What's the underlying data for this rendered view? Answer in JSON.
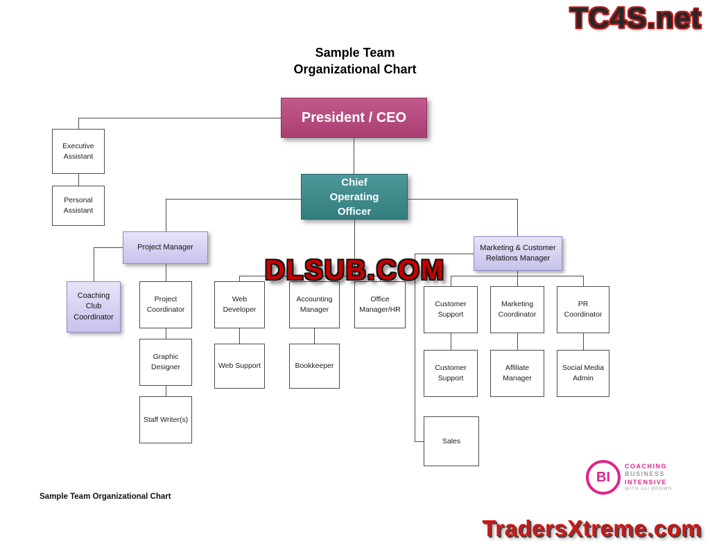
{
  "header": {
    "title_line1": "Sample Team",
    "title_line2": "Organizational Chart"
  },
  "watermarks": {
    "top_right": "TC4S.net",
    "center": "DLSUB.COM",
    "bottom_right": "TradersXtreme.com"
  },
  "footer": {
    "caption": "Sample Team Organizational Chart"
  },
  "logo": {
    "initials": "BI",
    "line1": "COACHING",
    "line2": "BUSINESS",
    "line3": "INTENSIVE",
    "line4": "WITH ALI BROWN"
  },
  "colors": {
    "president_fill": "#b04a7e",
    "coo_fill": "#3f8b8d",
    "lavender_fill": "#cfcbf0",
    "connector": "#4a4a4a",
    "watermark_red": "#c80000",
    "logo_pink": "#e0218a"
  },
  "nodes": {
    "president": {
      "label": "President / CEO"
    },
    "executive_assistant": {
      "label": "Executive Assistant"
    },
    "personal_assistant": {
      "label": "Personal Assistant"
    },
    "coo": {
      "label": "Chief Operating Officer"
    },
    "project_manager": {
      "label": "Project Manager"
    },
    "marketing_manager": {
      "label": "Marketing & Customer Relations Manager"
    },
    "coaching_club_coordinator": {
      "label": "Coaching Club Coordinator"
    },
    "project_coordinator": {
      "label": "Project Coordinator"
    },
    "web_developer": {
      "label": "Web Developer"
    },
    "accounting_manager": {
      "label": "Accounting Manager"
    },
    "office_manager_hr": {
      "label": "Office Manager/HR"
    },
    "customer_support_1": {
      "label": "Customer Support"
    },
    "marketing_coordinator": {
      "label": "Marketing Coordinator"
    },
    "pr_coordinator": {
      "label": "PR Coordinator"
    },
    "graphic_designer": {
      "label": "Graphic Designer"
    },
    "web_support": {
      "label": "Web Support"
    },
    "bookkeeper": {
      "label": "Bookkeeper"
    },
    "customer_support_2": {
      "label": "Customer Support"
    },
    "affiliate_manager": {
      "label": "Affiliate Manager"
    },
    "social_media_admin": {
      "label": "Social Media Admin"
    },
    "staff_writers": {
      "label": "Staff Writer(s)"
    },
    "sales": {
      "label": "Sales"
    }
  },
  "edges": [
    [
      "president",
      "executive_assistant"
    ],
    [
      "executive_assistant",
      "personal_assistant"
    ],
    [
      "president",
      "coo"
    ],
    [
      "coo",
      "project_manager"
    ],
    [
      "coo",
      "web_developer"
    ],
    [
      "coo",
      "accounting_manager"
    ],
    [
      "coo",
      "office_manager_hr"
    ],
    [
      "coo",
      "marketing_manager"
    ],
    [
      "project_manager",
      "coaching_club_coordinator"
    ],
    [
      "project_manager",
      "project_coordinator"
    ],
    [
      "project_coordinator",
      "graphic_designer"
    ],
    [
      "graphic_designer",
      "staff_writers"
    ],
    [
      "web_developer",
      "web_support"
    ],
    [
      "accounting_manager",
      "bookkeeper"
    ],
    [
      "marketing_manager",
      "customer_support_1"
    ],
    [
      "marketing_manager",
      "marketing_coordinator"
    ],
    [
      "marketing_manager",
      "pr_coordinator"
    ],
    [
      "customer_support_1",
      "customer_support_2"
    ],
    [
      "marketing_coordinator",
      "affiliate_manager"
    ],
    [
      "pr_coordinator",
      "social_media_admin"
    ],
    [
      "marketing_manager",
      "sales"
    ]
  ]
}
